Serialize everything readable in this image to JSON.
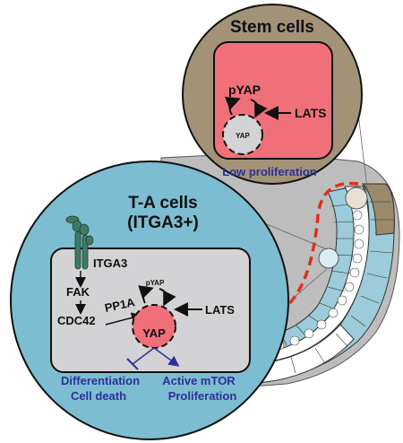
{
  "stem_panel": {
    "title": "Stem cells",
    "pyap_label": "pYAP",
    "lats_label": "LATS",
    "yap_label": "YAP",
    "caption": "Low proliferation"
  },
  "ta_panel": {
    "title_line1": "T-A cells",
    "title_line2": "(ITGA3+)",
    "itga3_label": "ITGA3",
    "fak_label": "FAK",
    "cdc42_label": "CDC42",
    "pp1a_label": "PP1A",
    "pyap_label": "pYAP",
    "lats_label": "LATS",
    "yap_label": "YAP",
    "outcome_left_line1": "Differentiation",
    "outcome_left_line2": "Cell death",
    "outcome_right_line1": "Active mTOR",
    "outcome_right_line2": "Proliferation"
  },
  "colors": {
    "stem_background": "#a39278",
    "ta_background": "#7dbdd1",
    "cell_pink": "#f0707a",
    "cell_gray": "#d3d3d5",
    "crypt_brown": "#9b8a6a",
    "crypt_blue": "#9ccbd9",
    "migration_arrow": "#e0301e",
    "outcome_text": "#2e3196",
    "integrin_green": "#3f7a67"
  },
  "icons": [
    "integrin-receptor-icon",
    "migration-arrow-icon",
    "yap-nucleus-icon"
  ]
}
